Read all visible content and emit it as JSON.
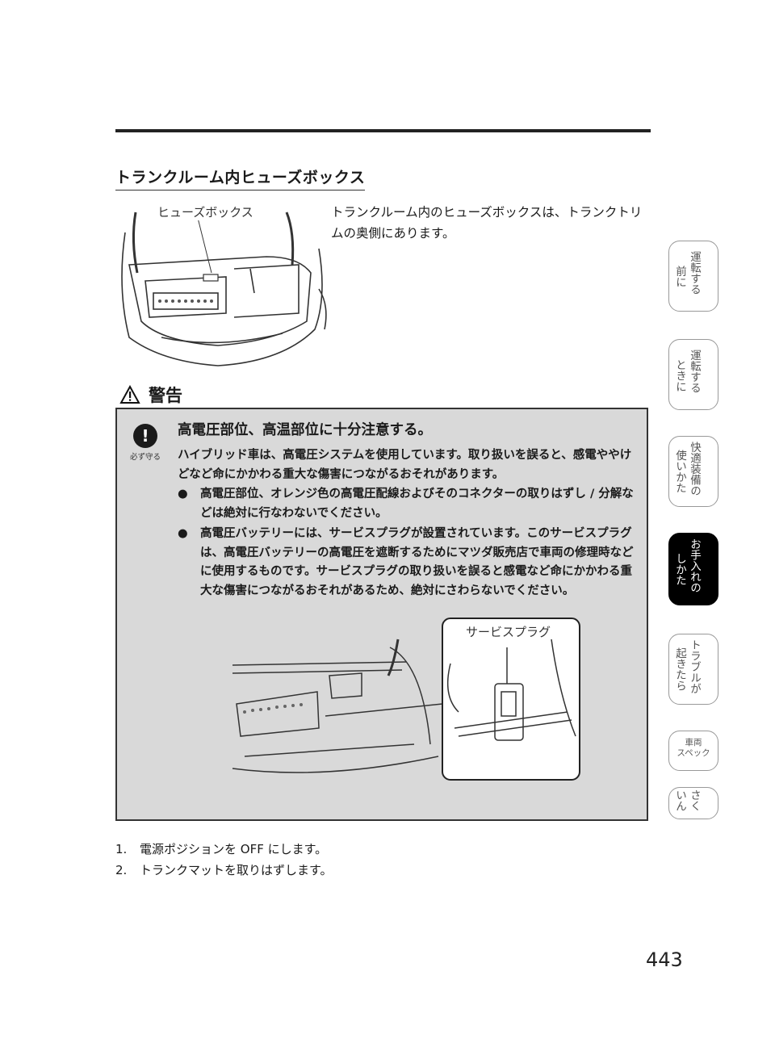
{
  "section": {
    "title": "トランクルーム内ヒューズボックス"
  },
  "figure1": {
    "label": "ヒューズボックス"
  },
  "intro": {
    "text": "トランクルーム内のヒューズボックスは、トランクトリムの奥側にあります。"
  },
  "warning": {
    "heading": "警告",
    "icon_label": "必ず守る",
    "title": "高電圧部位、高温部位に十分注意する。",
    "body": "ハイブリッド車は、高電圧システムを使用しています。取り扱いを誤ると、感電ややけどなど命にかかわる重大な傷害につながるおそれがあります。",
    "bullets": [
      "高電圧部位、オレンジ色の高電圧配線およびそのコネクターの取りはずし / 分解などは絶対に行なわないでください。",
      "高電圧バッテリーには、サービスプラグが設置されています。このサービスプラグは、高電圧バッテリーの高電圧を遮断するためにマツダ販売店で車両の修理時などに使用するものです。サービスプラグの取り扱いを誤ると感電など命にかかわる重大な傷害につながるおそれがあるため、絶対にさわらないでください。"
    ],
    "figure_label": "サービスプラグ"
  },
  "steps": [
    {
      "num": "1.",
      "text": "電源ポジションを OFF にします。"
    },
    {
      "num": "2.",
      "text": "トランクマットを取りはずします。"
    }
  ],
  "page_number": "443",
  "side_tabs": [
    {
      "col1": "前に",
      "col2": "運転する",
      "active": false
    },
    {
      "col1": "ときに",
      "col2": "運転する",
      "active": false
    },
    {
      "col1": "使いかた",
      "col2": "快適装備の",
      "active": false
    },
    {
      "col1": "しかた",
      "col2": "お手入れの",
      "active": true
    },
    {
      "col1": "起きたら",
      "col2": "トラブルが",
      "active": false
    },
    {
      "line1": "車両",
      "line2": "スペック",
      "active": false
    },
    {
      "col1": "いん",
      "col2": "さく",
      "active": false
    }
  ]
}
